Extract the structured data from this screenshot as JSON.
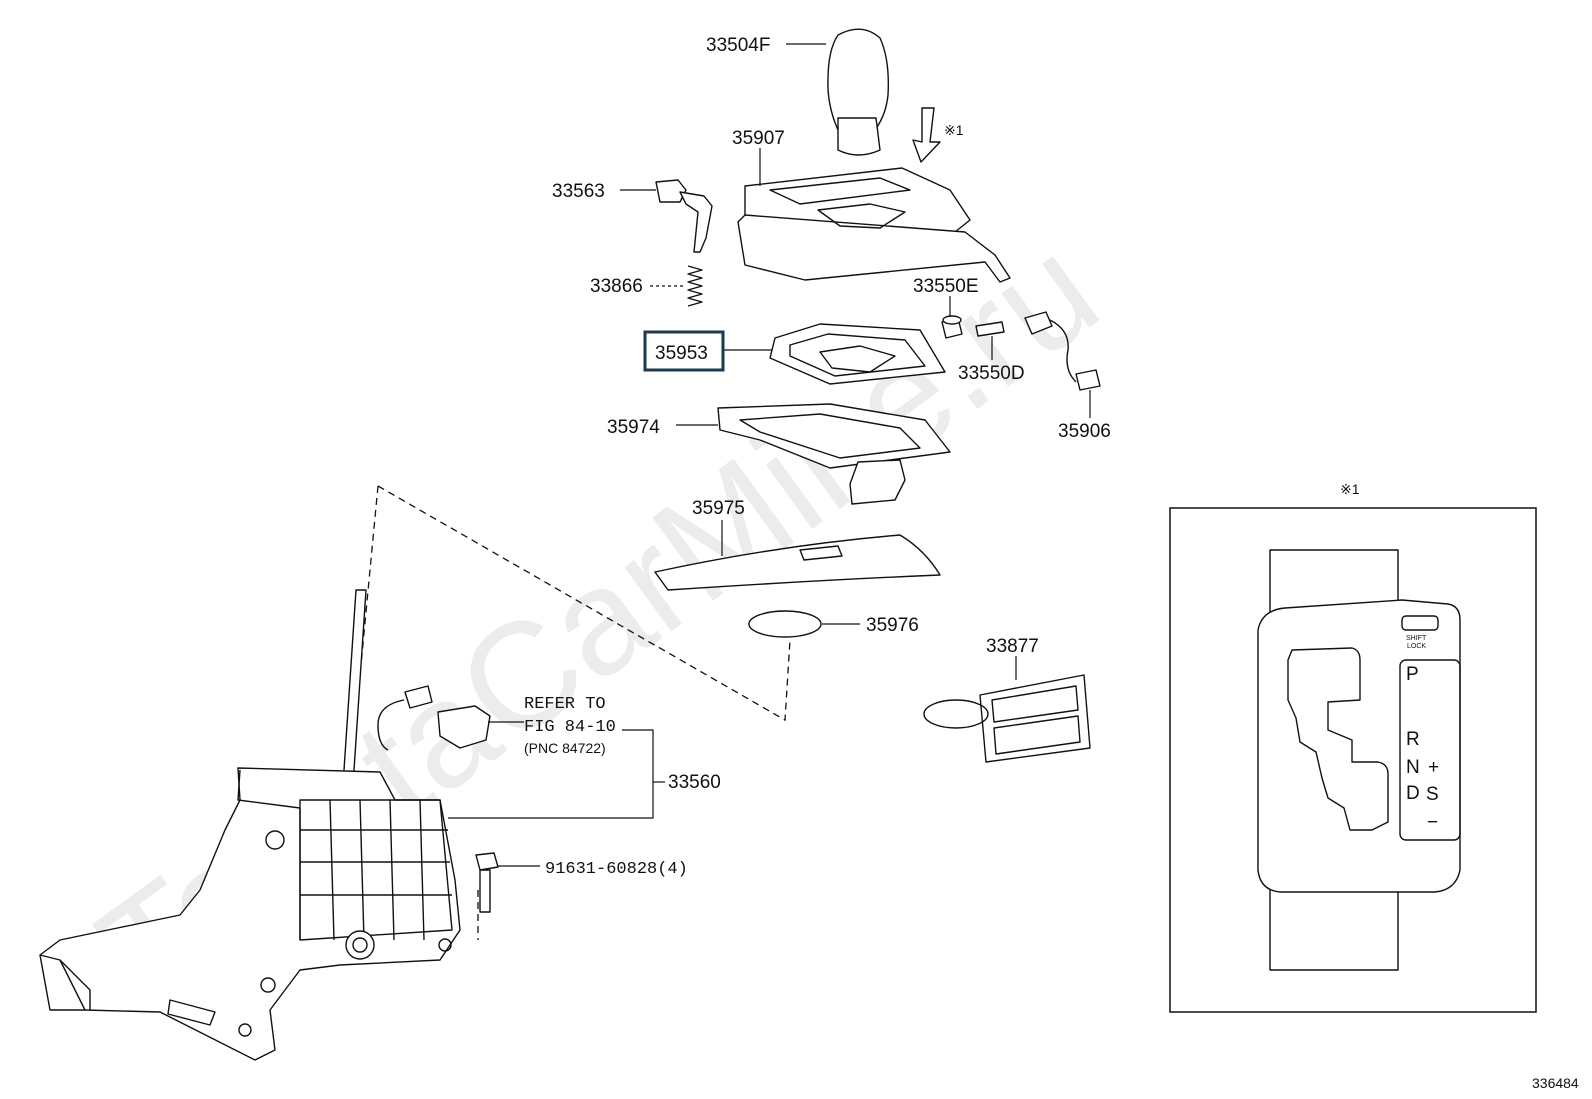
{
  "watermark": "ToyotaCarMine.ru",
  "highlighted_part": "35953",
  "callouts": {
    "p33504F": "33504F",
    "p35907": "35907",
    "p33563": "33563",
    "p33866": "33866",
    "p33550E": "33550E",
    "p35953": "35953",
    "p33550D": "33550D",
    "p35906": "35906",
    "p35974": "35974",
    "p35975": "35975",
    "p35976": "35976",
    "p33877": "33877",
    "p33560": "33560",
    "p91631": "91631-60828(4)",
    "refer_line1": "REFER TO",
    "refer_line2": "FIG 84-10",
    "refer_line3": "(PNC 84722)"
  },
  "view_marker": "※1",
  "inset": {
    "title": "※1",
    "shift_lock": "SHIFT",
    "shift_lock2": "LOCK",
    "gates": [
      "P",
      "R",
      "N",
      "D"
    ],
    "sport": "S",
    "plus": "+",
    "minus": "−"
  },
  "figure_number": "336484"
}
